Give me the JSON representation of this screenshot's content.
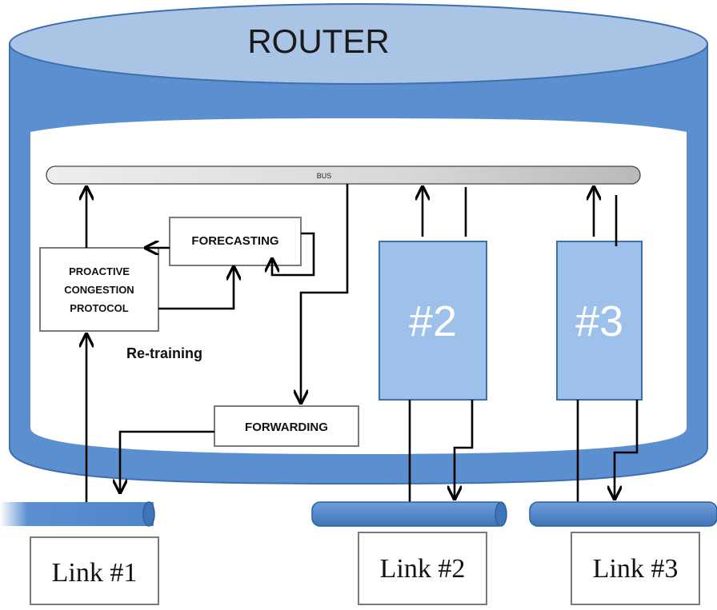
{
  "router": {
    "title": "ROUTER"
  },
  "bus": {
    "label": "BUS"
  },
  "blocks": {
    "forecasting": "FORECASTING",
    "protocol_line1": "PROACTIVE",
    "protocol_line2": "CONGESTION",
    "protocol_line3": "PROTOCOL",
    "retraining": "Re-training",
    "forwarding": "FORWARDING",
    "module2": "#2",
    "module3": "#3"
  },
  "links": {
    "link1": "Link #1",
    "link2": "Link #2",
    "link3": "Link #3"
  },
  "colors": {
    "router_top": "#a9c4e4",
    "router_body": "#5b8fd0",
    "router_edge": "#3f6fae",
    "module_fill": "#9dc1ea",
    "pipe": "#4f86c9",
    "bus": "#d9d9d9",
    "line": "#000000"
  }
}
